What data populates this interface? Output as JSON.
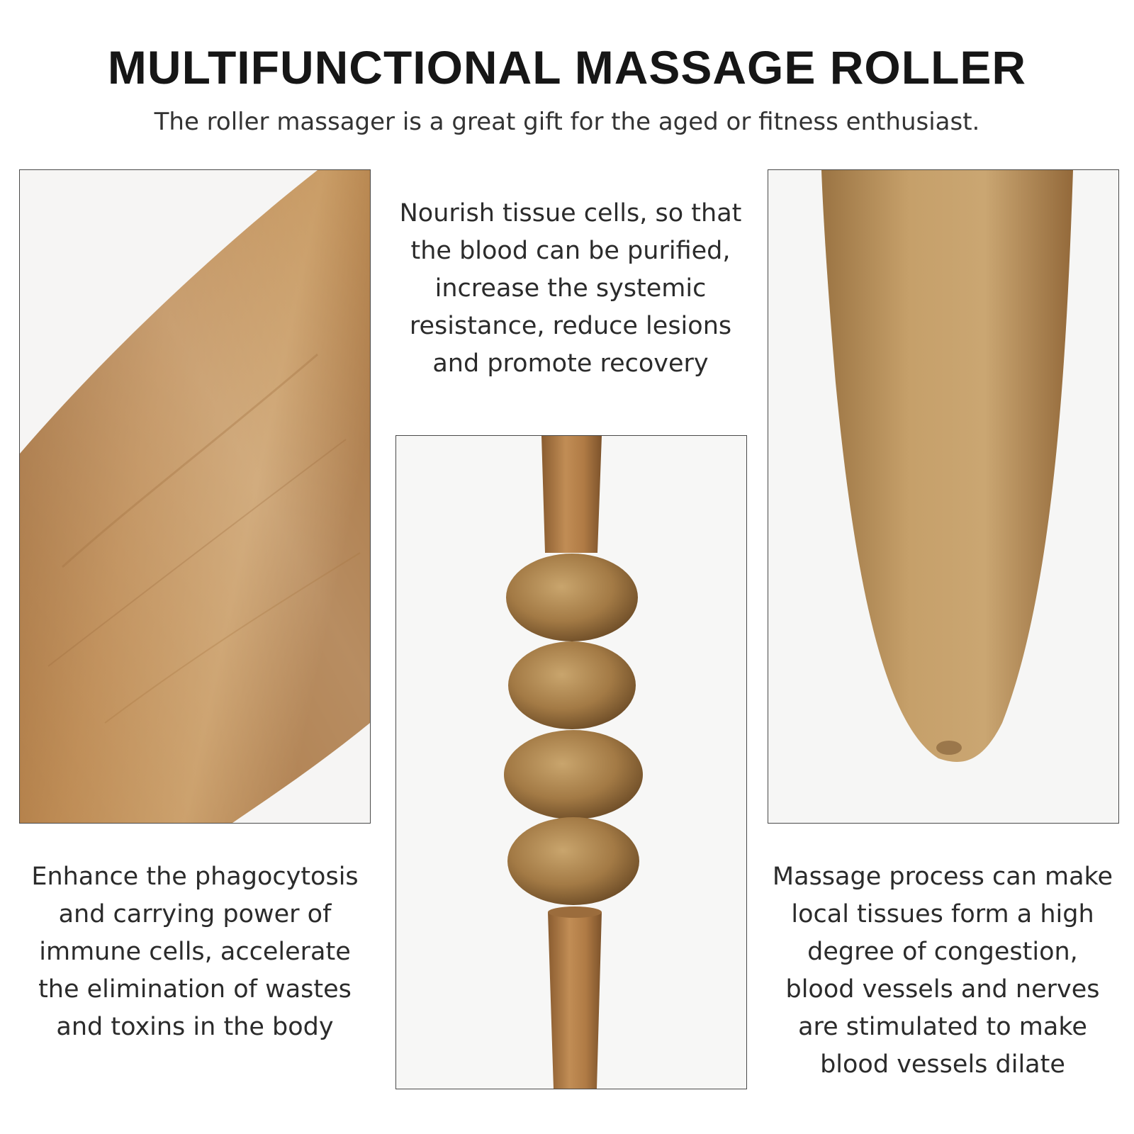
{
  "header": {
    "title": "MULTIFUNCTIONAL MASSAGE ROLLER",
    "subtitle": "The roller massager is a great gift for the aged or fitness enthusiast."
  },
  "features": {
    "top": "Nourish tissue cells, so that\nthe blood can be purified,\nincrease the systemic\nresistance, reduce lesions\nand promote recovery",
    "left": "Enhance the phagocytosis\nand carrying power of\nimmune cells, accelerate\nthe elimination of wastes\nand toxins in the body",
    "right": "Massage process can make\nlocal tissues form a high\ndegree of congestion,\nblood vessels and nerves\nare stimulated to make\nblood vessels dilate"
  },
  "colors": {
    "wood_light": "#c9a06a",
    "wood_mid": "#b0834f",
    "wood_dark": "#8c6236",
    "background": "#ffffff"
  }
}
